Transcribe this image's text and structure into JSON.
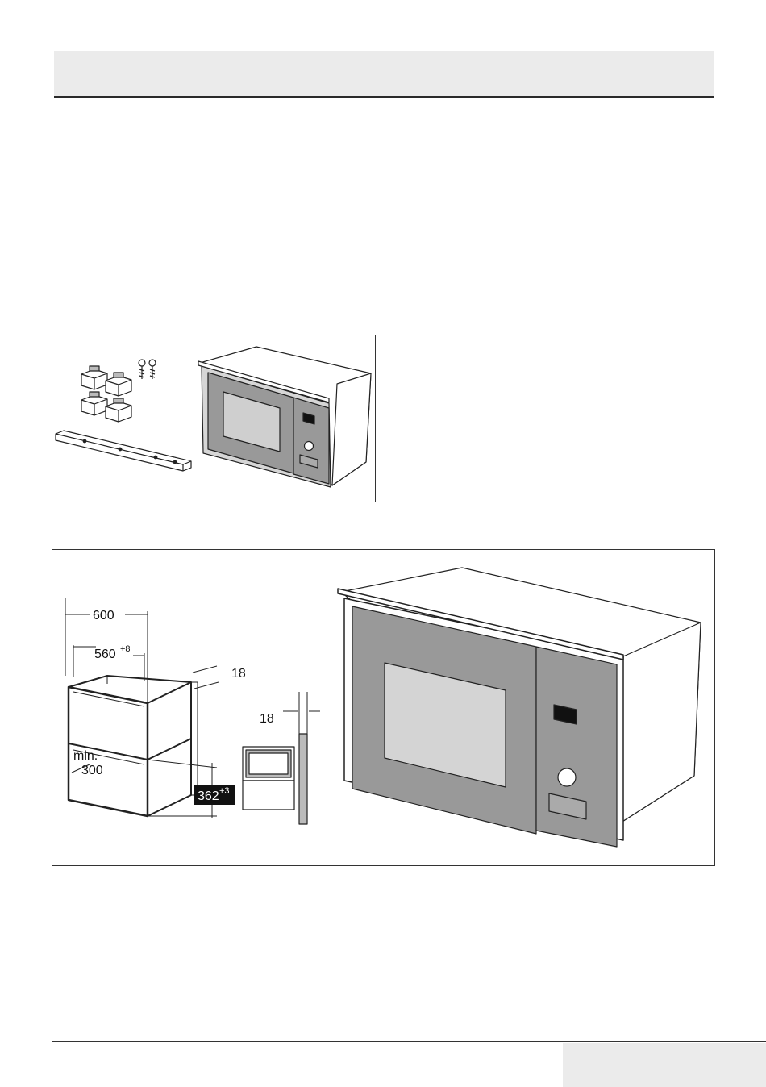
{
  "figure2": {
    "dim_width_total": "600",
    "dim_width_inner": "560",
    "dim_width_inner_tol": "+8",
    "dim_panel_thickness": "18",
    "dim_side_thickness": "18",
    "dim_depth_min_label": "min.",
    "dim_depth_min": "300",
    "dim_height": "362",
    "dim_height_tol": "+3"
  }
}
